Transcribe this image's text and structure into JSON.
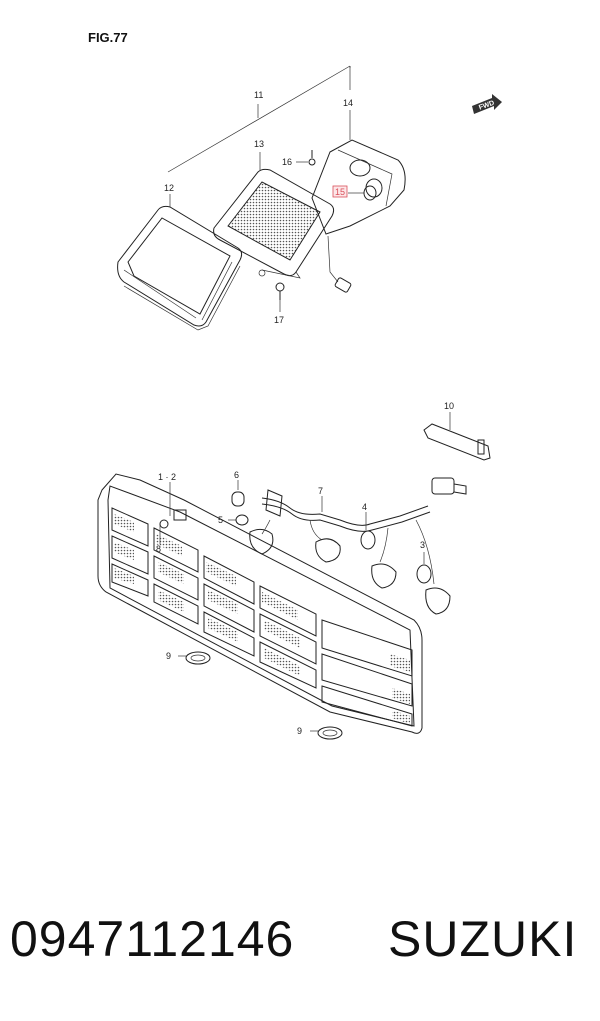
{
  "figure": {
    "label": "FIG.77",
    "fwd_label": "FWD"
  },
  "callouts": [
    {
      "id": "c11",
      "text": "11"
    },
    {
      "id": "c14",
      "text": "14"
    },
    {
      "id": "c13",
      "text": "13"
    },
    {
      "id": "c16",
      "text": "16"
    },
    {
      "id": "c15",
      "text": "15",
      "highlighted": true
    },
    {
      "id": "c12",
      "text": "12"
    },
    {
      "id": "c17",
      "text": "17"
    },
    {
      "id": "c10",
      "text": "10"
    },
    {
      "id": "c1_2",
      "text": "1 · 2"
    },
    {
      "id": "c6",
      "text": "6"
    },
    {
      "id": "c7",
      "text": "7"
    },
    {
      "id": "c5",
      "text": "5"
    },
    {
      "id": "c8",
      "text": "8"
    },
    {
      "id": "c4",
      "text": "4"
    },
    {
      "id": "c3",
      "text": "3"
    },
    {
      "id": "c9a",
      "text": "9"
    },
    {
      "id": "c9b",
      "text": "9"
    }
  ],
  "highlight_color": "#d9505a",
  "footer": {
    "part_number": "0947112146",
    "brand": "SUZUKI"
  }
}
